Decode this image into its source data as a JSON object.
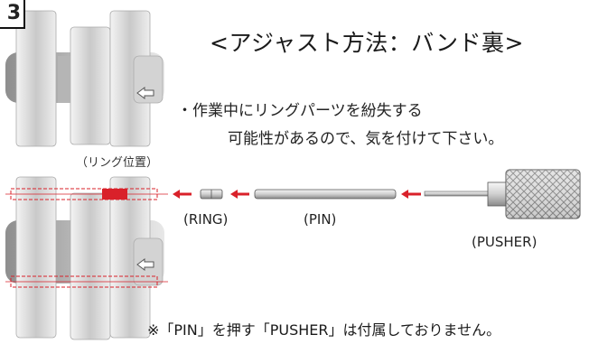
{
  "step": "3",
  "title": "<アジャスト方法：バンド裏>",
  "notes": {
    "line1": "・作業中にリングパーツを紛失する",
    "line2": "可能性があるので、気を付けて下さい。"
  },
  "ring_position_label": "（リング位置）",
  "parts": {
    "ring": "(RING)",
    "pin": "(PIN)",
    "pusher": "(PUSHER)"
  },
  "footer": "※「PIN」を押す「PUSHER」は付属しておりません。",
  "colors": {
    "accent_red": "#d9212a",
    "metal_light": "#e6e6e6",
    "metal_dark": "#9b9b9b"
  },
  "icons": {
    "direction_arrow": "left-outline-arrow"
  }
}
